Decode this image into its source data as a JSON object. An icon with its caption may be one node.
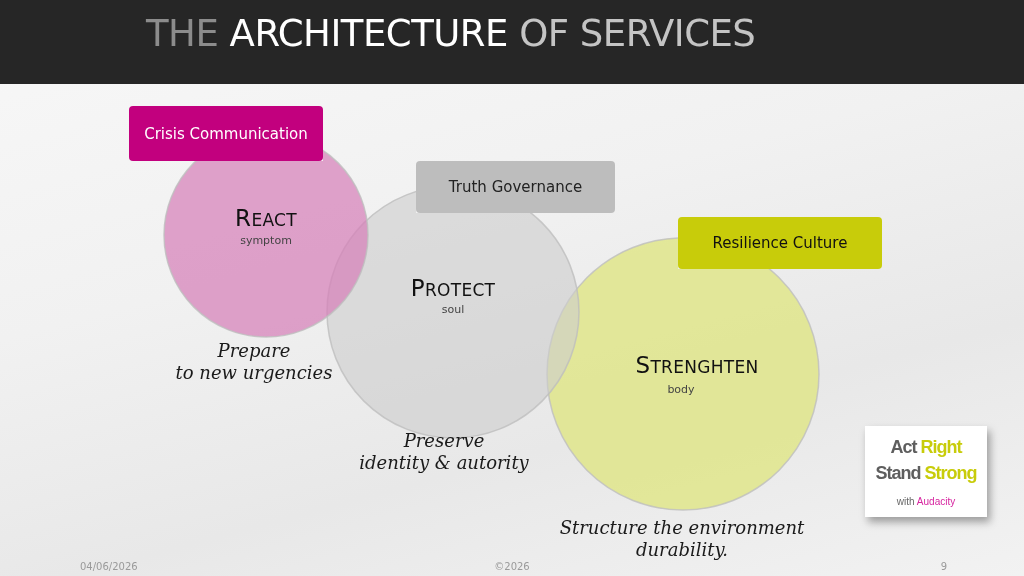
{
  "diagram": {
    "title": "THE ARCHITECTURE OF SERVICES",
    "nodes": [
      {
        "text": [
          "Crisis Communication"
        ]
      },
      {
        "text": [
          "REACT",
          "symptom"
        ],
        "beside": [
          "Prepare to new urgencies"
        ]
      },
      {
        "text": [
          "Truth Governance"
        ]
      },
      {
        "text": [
          "PROTECT",
          "soul"
        ],
        "beside": [
          "Preserve identity & autority"
        ]
      },
      {
        "text": [
          "Resilience Culture"
        ]
      },
      {
        "text": [
          "STRENGHTEN",
          "body"
        ],
        "beside": [
          "Structure the environment durability."
        ]
      },
      {
        "text": [
          "Act Right Stand Strong",
          "with Audacity"
        ]
      }
    ],
    "labels": [
      "04/06/2026",
      "©2026",
      "9"
    ]
  }
}
